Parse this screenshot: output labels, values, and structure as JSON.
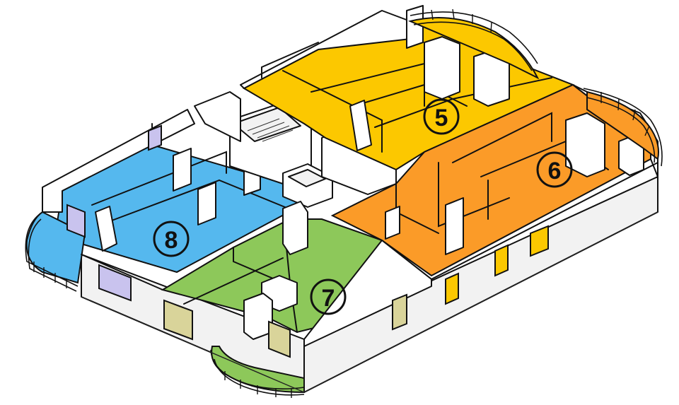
{
  "units": [
    {
      "id": "5",
      "label": "5",
      "color": "#fcc800",
      "shade": "#d9a900"
    },
    {
      "id": "6",
      "label": "6",
      "color": "#fb9b28",
      "shade": "#d97d12"
    },
    {
      "id": "7",
      "label": "7",
      "color": "#8dc85a",
      "shade": "#6ea23f"
    },
    {
      "id": "8",
      "label": "8",
      "color": "#55b8ee",
      "shade": "#3895c9"
    }
  ],
  "colors": {
    "wall": "#ffffff",
    "outline": "#111111",
    "window_tan": "#d9d49a",
    "window_lavender": "#c9c3ee"
  }
}
